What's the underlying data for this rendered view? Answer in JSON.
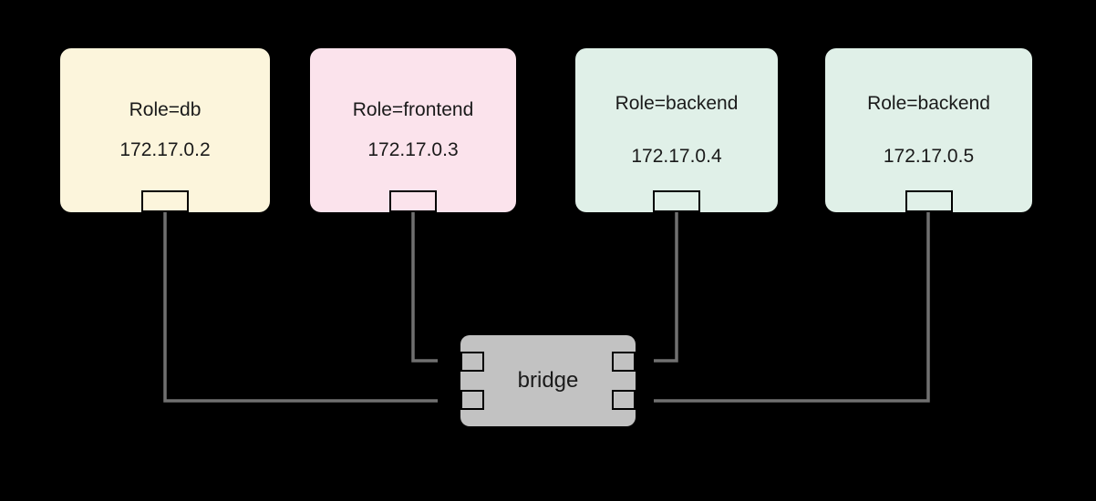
{
  "diagram": {
    "background": "#000000",
    "containers": [
      {
        "role": "Role=db",
        "ip": "172.17.0.2",
        "fill": "#fcf5dc"
      },
      {
        "role": "Role=frontend",
        "ip": "172.17.0.3",
        "fill": "#fbe3ec"
      },
      {
        "role": "Role=backend",
        "ip": "172.17.0.4",
        "fill": "#e0f0e8"
      },
      {
        "role": "Role=backend",
        "ip": "172.17.0.5",
        "fill": "#e0f0e8"
      }
    ],
    "bridge": {
      "label": "bridge",
      "fill": "#c2c2c2"
    },
    "connections": [
      {
        "from": "Role=db (172.17.0.2)",
        "to": "bridge"
      },
      {
        "from": "Role=frontend (172.17.0.3)",
        "to": "bridge"
      },
      {
        "from": "Role=backend (172.17.0.4)",
        "to": "bridge"
      },
      {
        "from": "Role=backend (172.17.0.5)",
        "to": "bridge"
      }
    ],
    "colors": {
      "connector": "#707070",
      "port_border": "#000000",
      "text": "#1a1a1a"
    }
  }
}
